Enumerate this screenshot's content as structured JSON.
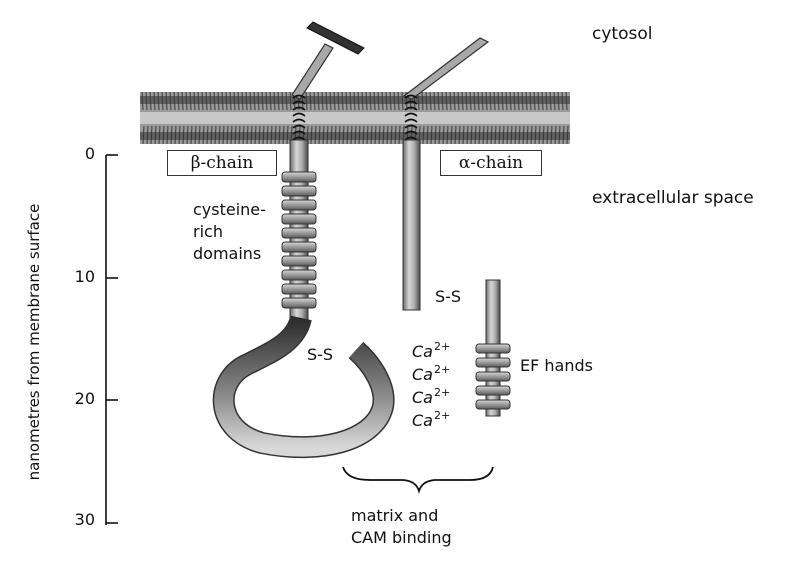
{
  "labels": {
    "cytosol": "cytosol",
    "extracellular": "extracellular space",
    "beta_chain": "β-chain",
    "alpha_chain": "α-chain",
    "cysteine_line1": "cysteine-",
    "cysteine_line2": "rich",
    "cysteine_line3": "domains",
    "ss_top": "S-S",
    "ss_loop": "S-S",
    "ef_hands": "EF hands",
    "matrix_line1": "matrix and",
    "matrix_line2": "CAM binding"
  },
  "calcium": [
    {
      "base": "Ca",
      "charge": "2+"
    },
    {
      "base": "Ca",
      "charge": "2+"
    },
    {
      "base": "Ca",
      "charge": "2+"
    },
    {
      "base": "Ca",
      "charge": "2+"
    }
  ],
  "axis": {
    "title": "nanometres from membrane surface",
    "ticks": [
      "0",
      "10",
      "20",
      "30"
    ]
  }
}
